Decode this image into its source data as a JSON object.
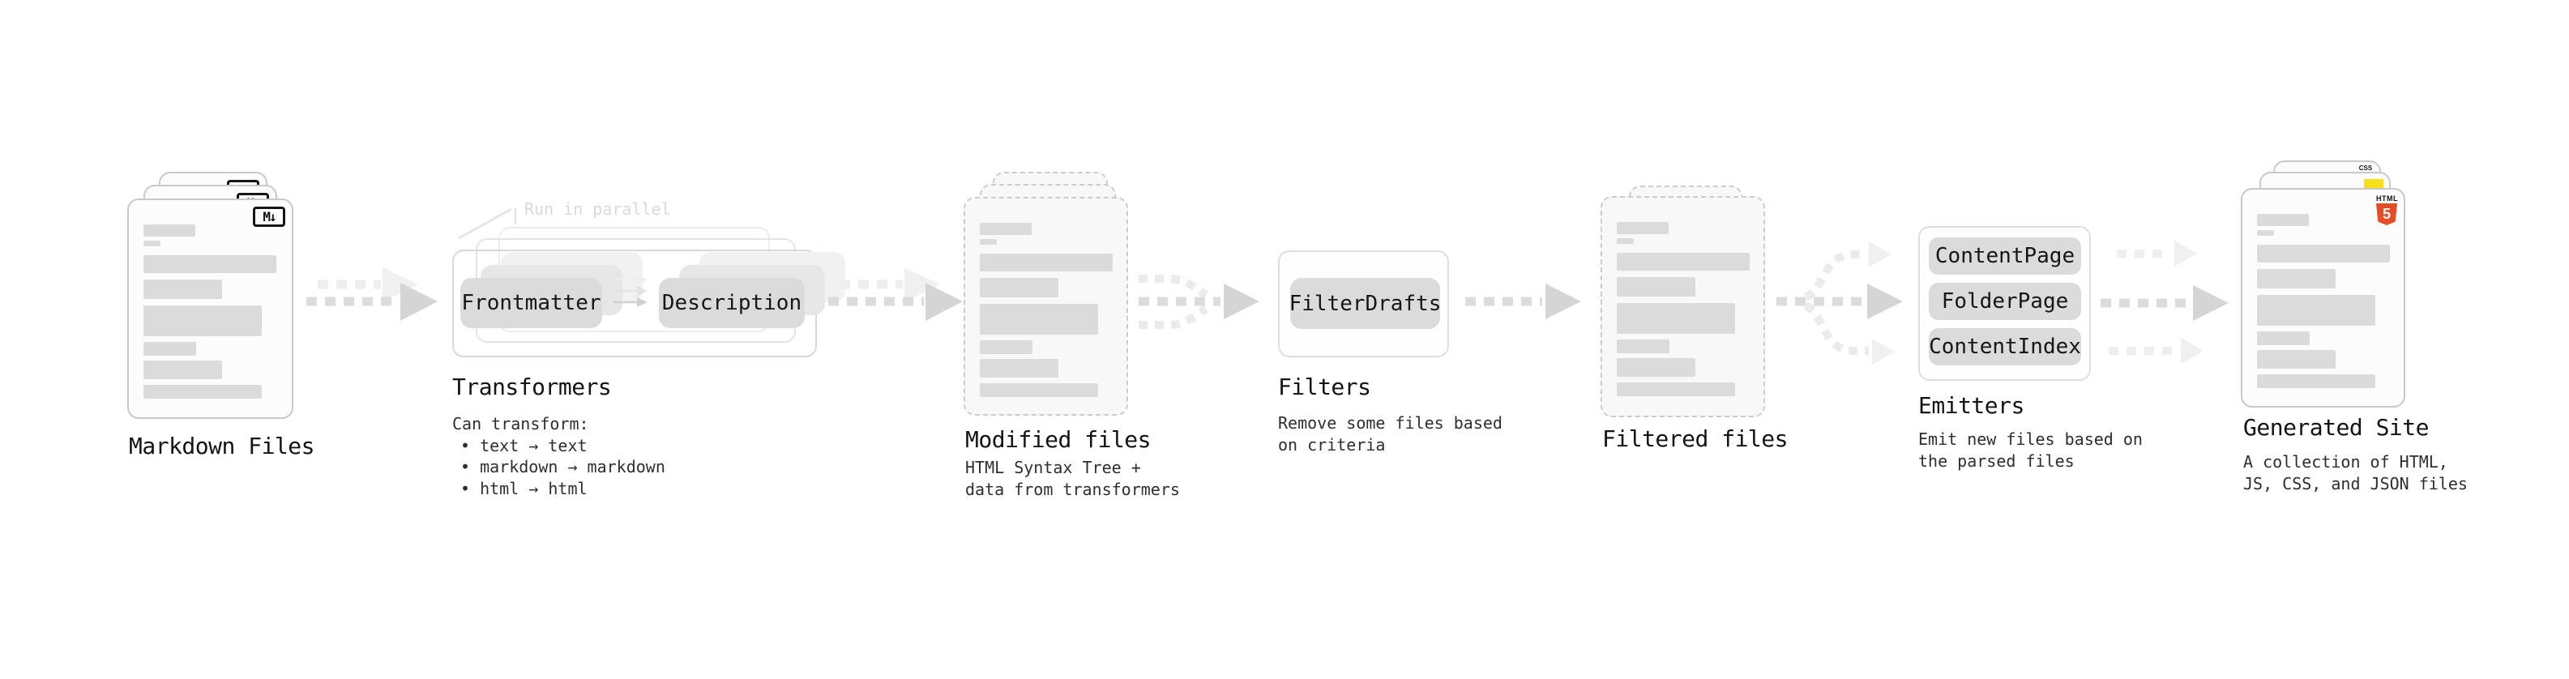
{
  "colors": {
    "html5_orange": "#e44d26",
    "js_yellow": "#f7df1e",
    "css_blue": "#2965f1",
    "muted_note": "#d9d9d9"
  },
  "markdown_files": {
    "label": "Markdown Files",
    "badge": "M↓"
  },
  "transformers": {
    "note": "Run in parallel",
    "frontmatter_button": "Frontmatter",
    "description_button": "Description",
    "heading": "Transformers",
    "intro": "Can transform:",
    "bullets": [
      "• text → text",
      "• markdown → markdown",
      "• html → html"
    ]
  },
  "modified_files": {
    "label": "Modified files",
    "desc1": "HTML Syntax Tree +",
    "desc2": "data from transformers"
  },
  "filters": {
    "heading": "Filters",
    "filter_button": "FilterDrafts",
    "desc1": "Remove some files based",
    "desc2": "on criteria"
  },
  "filtered_files": {
    "label": "Filtered files"
  },
  "emitters": {
    "heading": "Emitters",
    "buttons": [
      "ContentPage",
      "FolderPage",
      "ContentIndex"
    ],
    "desc1": "Emit new files based on",
    "desc2": "the parsed files"
  },
  "generated_site": {
    "label": "Generated Site",
    "desc1": "A collection of HTML,",
    "desc2": "JS, CSS, and JSON files",
    "css_badge": "CSS",
    "html_badge_word": "HTML",
    "html_badge_number": "5"
  }
}
